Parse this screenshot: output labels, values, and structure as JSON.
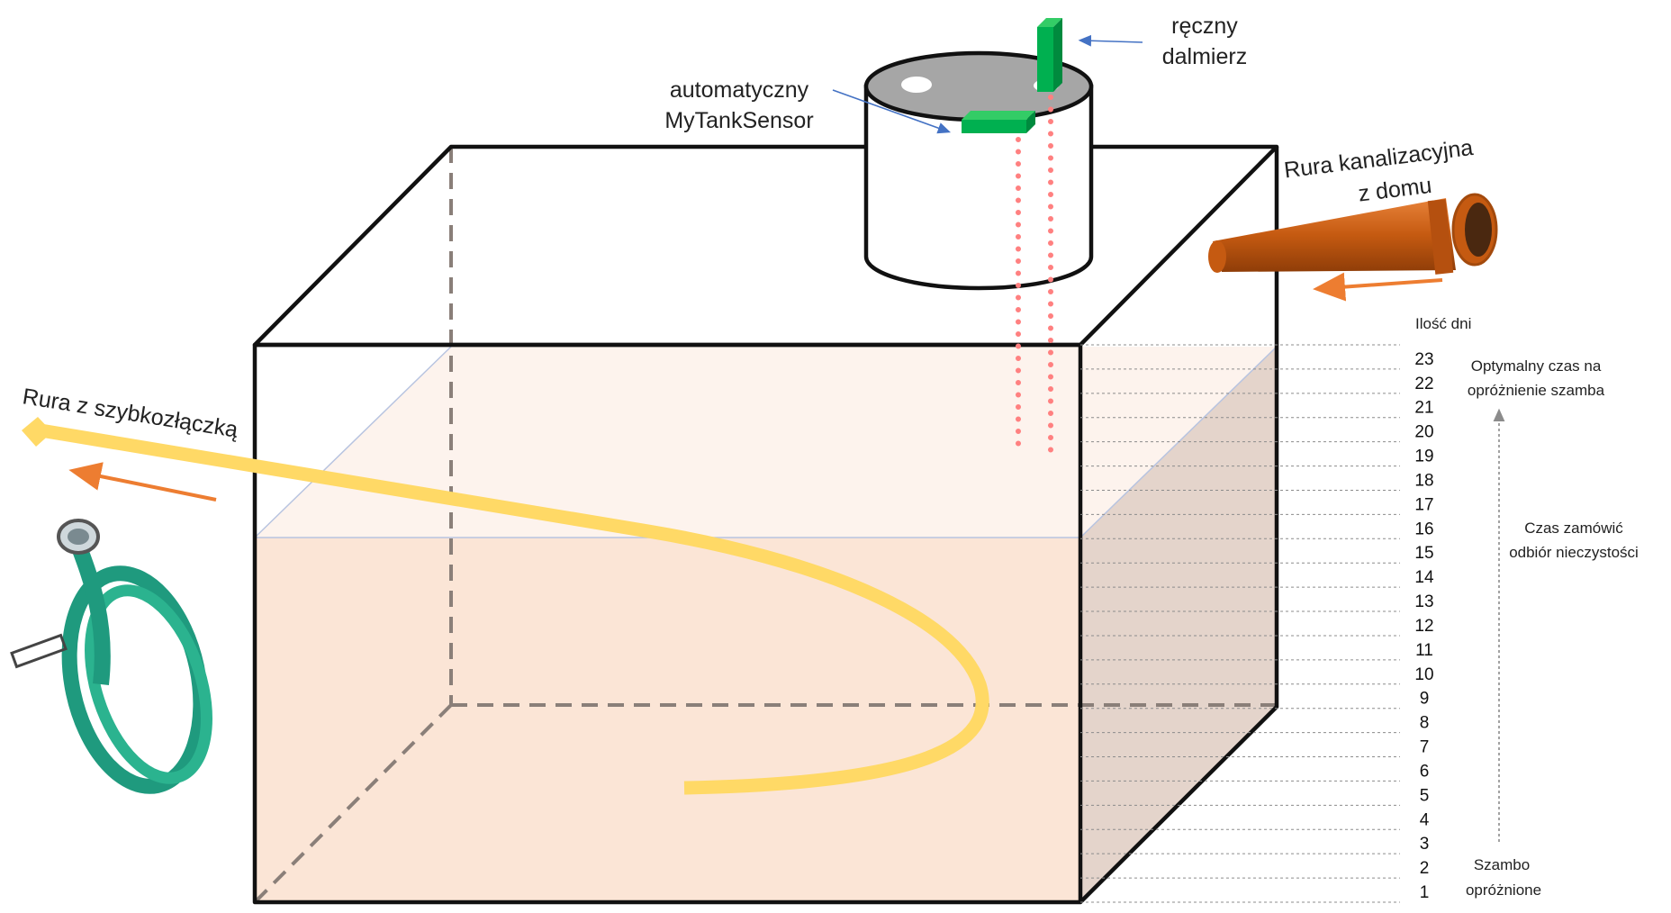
{
  "labels": {
    "manual_meter": [
      "ręczny",
      "dalmierz"
    ],
    "auto_sensor": [
      "automatyczny",
      "MyTankSensor"
    ],
    "house_pipe": [
      "Rura kanalizacyjna",
      "z domu"
    ],
    "quick_pipe": "Rura z szybkozłączką",
    "days_title": "Ilość dni",
    "optimal": [
      "Optymalny czas na",
      "opróżnienie szamba"
    ],
    "order": [
      "Czas zamówić",
      "odbiór nieczystości"
    ],
    "empty": [
      "Szambo",
      "opróżnione"
    ]
  },
  "days": [
    "1",
    "2",
    "3",
    "4",
    "5",
    "6",
    "7",
    "8",
    "9",
    "10",
    "11",
    "12",
    "13",
    "14",
    "15",
    "16",
    "17",
    "18",
    "19",
    "20",
    "21",
    "22",
    "23"
  ],
  "colors": {
    "fill": "#fbe5d6",
    "pipe_orange": "#c55a11",
    "hose_yellow": "#ffd966",
    "sensor_green": "#00b050",
    "laser_red": "#ff8080",
    "arrow_orange": "#ed7d31",
    "arrow_blue": "#4472c4",
    "hose_green": "#1f9a7e"
  },
  "icons": [
    "septic-tank",
    "sewer-pipe",
    "garden-hose",
    "distance-meter",
    "level-sensor"
  ]
}
